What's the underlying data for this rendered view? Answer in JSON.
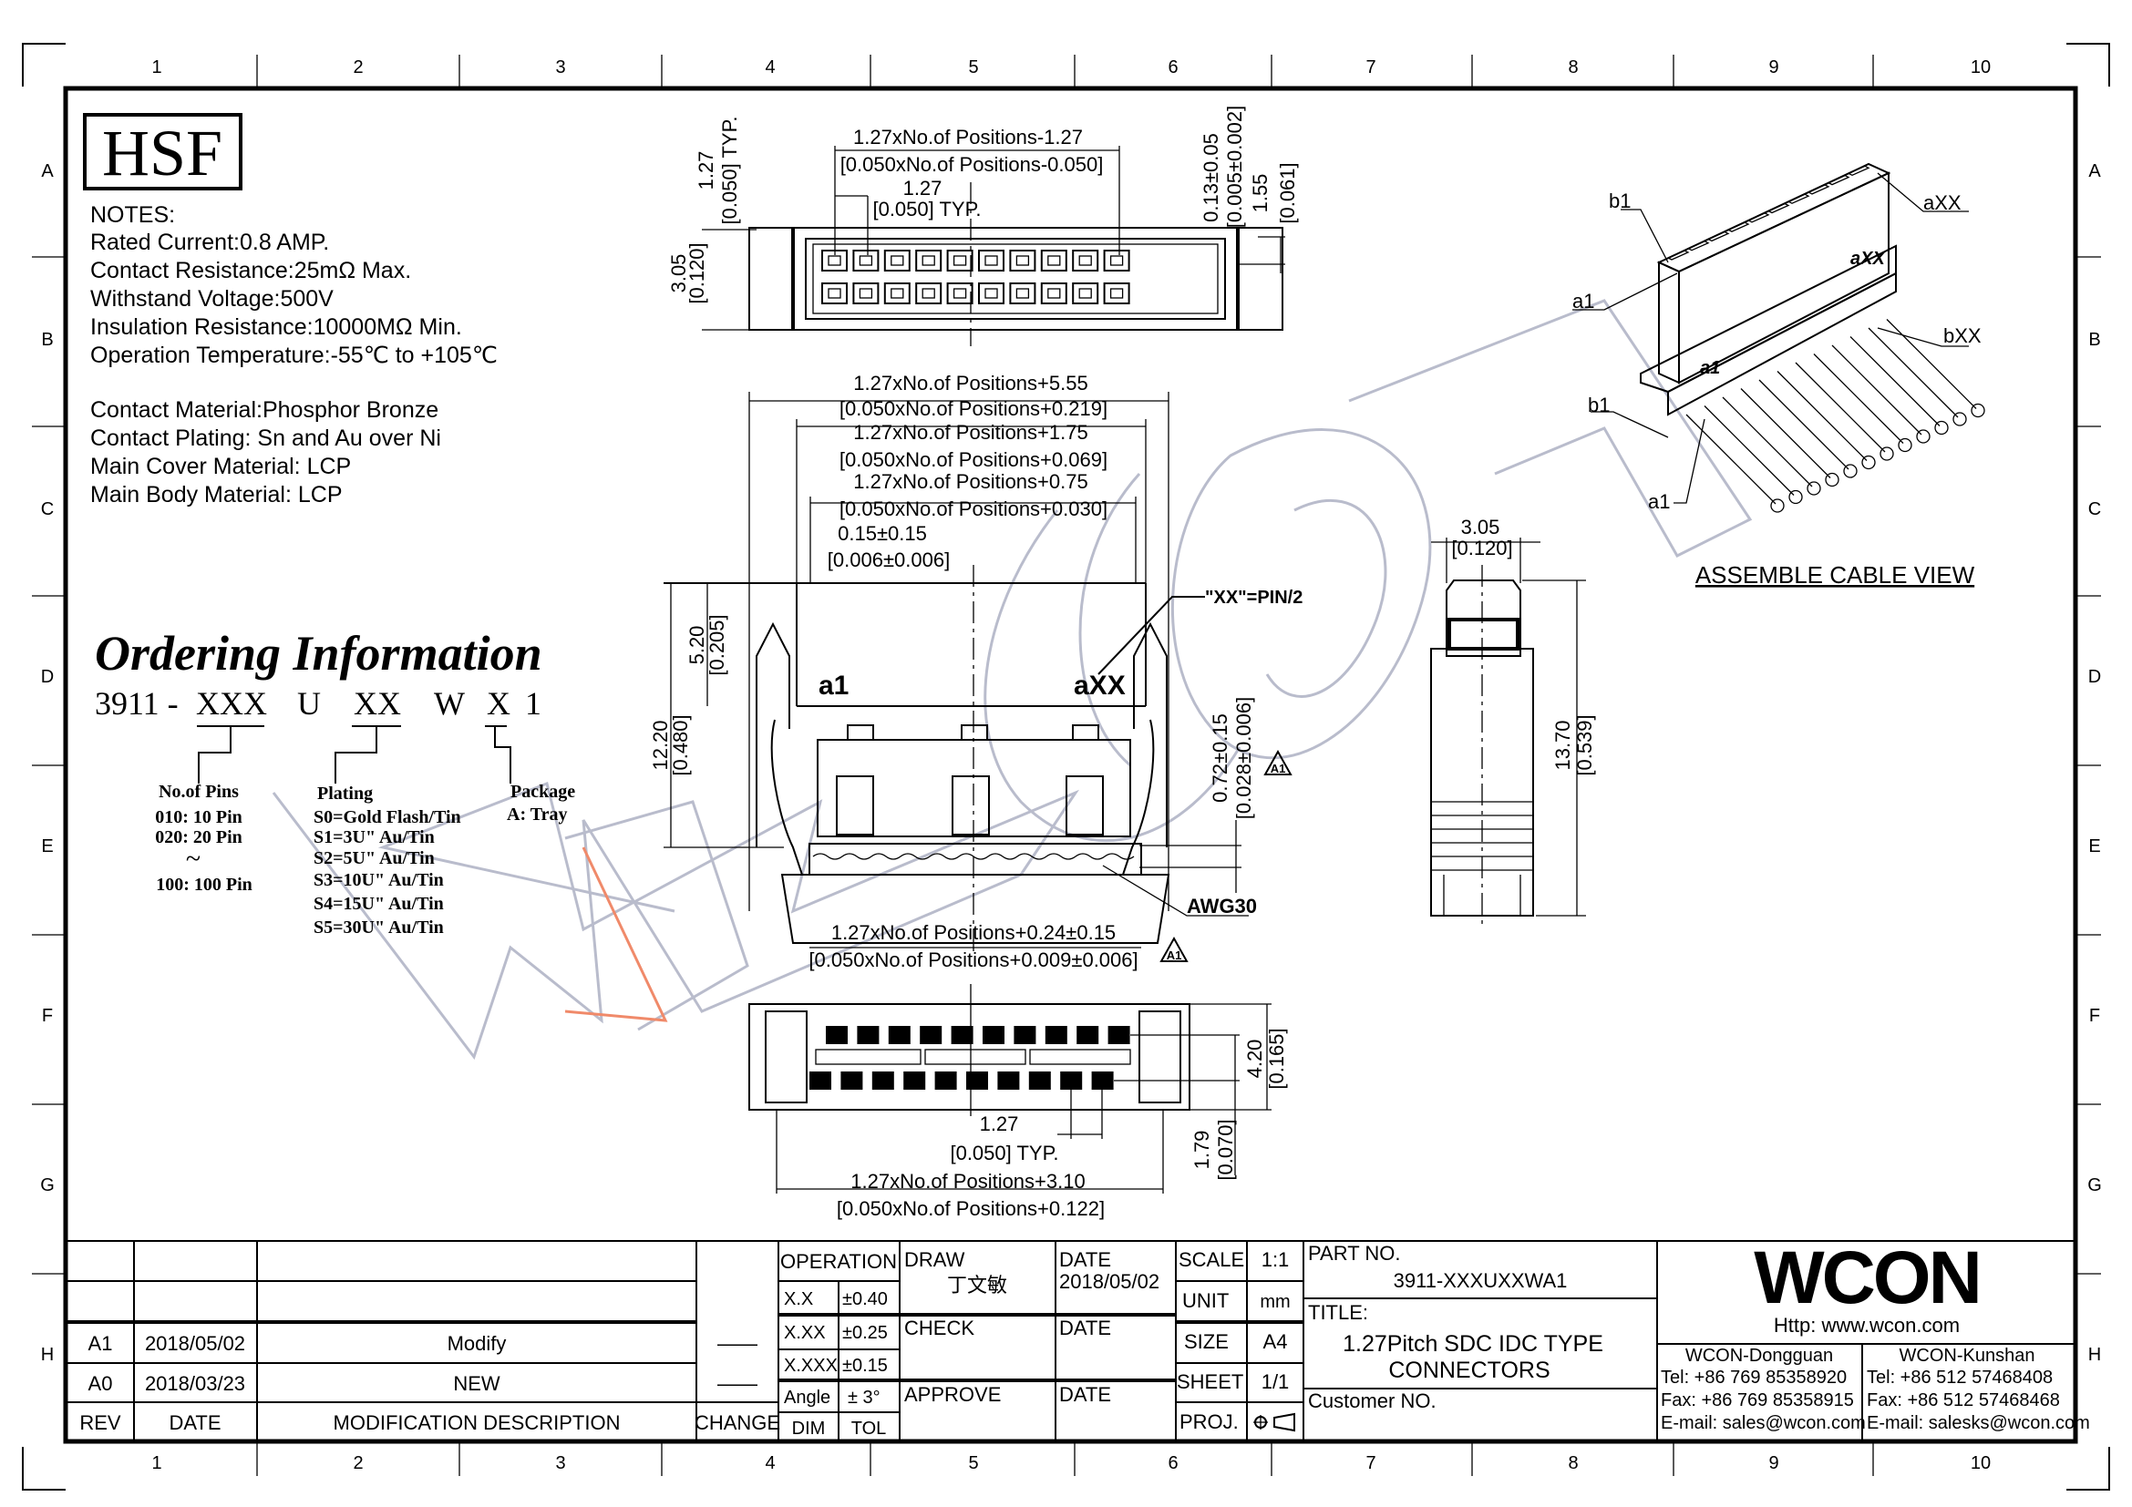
{
  "border": {
    "columns": [
      "1",
      "2",
      "3",
      "4",
      "5",
      "6",
      "7",
      "8",
      "9",
      "10"
    ],
    "rows": [
      "A",
      "B",
      "C",
      "D",
      "E",
      "F",
      "G",
      "H"
    ]
  },
  "logo_box": "HSF",
  "watermark": "WCON",
  "notes": {
    "heading": "NOTES:",
    "lines": [
      "Rated Current:0.8 AMP.",
      "Contact Resistance:25mΩ Max.",
      "Withstand Voltage:500V",
      "Insulation Resistance:10000MΩ Min.",
      "Operation Temperature:-55℃ to +105℃"
    ],
    "materials": [
      "Contact Material:Phosphor Bronze",
      "Contact Plating: Sn and Au over Ni",
      "Main Cover Material: LCP",
      "Main Body Material: LCP"
    ]
  },
  "ordering": {
    "title": "Ordering Information",
    "code_prefix": "3911 -",
    "code_parts": [
      "XXX",
      "U",
      "XX",
      "W",
      "X",
      "1"
    ],
    "pins": {
      "heading": "No.of Pins",
      "items": [
        "010: 10 Pin",
        "020: 20 Pin",
        "~",
        "100: 100 Pin"
      ]
    },
    "plating": {
      "heading": "Plating",
      "items": [
        "S0=Gold Flash/Tin",
        "S1=3U\" Au/Tin",
        "S2=5U\" Au/Tin",
        "S3=10U\" Au/Tin",
        "S4=15U\" Au/Tin",
        "S5=30U\" Au/Tin"
      ]
    },
    "package": {
      "heading": "Package",
      "items": [
        "A: Tray"
      ]
    }
  },
  "top_view": {
    "width_mm": "1.27xNo.of Positions-1.27",
    "width_in": "[0.050xNo.of Positions-0.050]",
    "pitch_mm": "1.27",
    "pitch_in": "[0.050] TYP.",
    "row_pitch_mm": "1.27",
    "row_pitch_in": "[0.050] TYP.",
    "height_mm": "3.05",
    "height_in": "[0.120]",
    "gap_mm": "0.13±0.05",
    "gap_in": "[0.005±0.002]",
    "depth_mm": "1.55",
    "depth_in": "[0.061]",
    "pins_per_row": 10
  },
  "front_view": {
    "dim1_mm": "1.27xNo.of Positions+5.55",
    "dim1_in": "[0.050xNo.of Positions+0.219]",
    "dim2_mm": "1.27xNo.of Positions+1.75",
    "dim2_in": "[0.050xNo.of Positions+0.069]",
    "dim3_mm": "1.27xNo.of Positions+0.75",
    "dim3_in": "[0.050xNo.of Positions+0.030]",
    "dim4_mm": "0.15±0.15",
    "dim4_in": "[0.006±0.006]",
    "h1_mm": "12.20",
    "h1_in": "[0.480]",
    "h2_mm": "5.20",
    "h2_in": "[0.205]",
    "label_a1": "a1",
    "label_axx": "aXX",
    "xx_note": "\"XX\"=PIN/2",
    "cable_mm": "0.72±0.15",
    "cable_in": "[0.028±0.006]",
    "rev_mark": "A1",
    "awg": "AWG30",
    "bottom_mm": "1.27xNo.of Positions+0.24±0.15",
    "bottom_in": "[0.050xNo.of Positions+0.009±0.006]"
  },
  "bottom_view": {
    "pitch_mm": "1.27",
    "pitch_in": "[0.050] TYP.",
    "width_mm": "1.27xNo.of Positions+3.10",
    "width_in": "[0.050xNo.of Positions+0.122]",
    "h_mm": "4.20",
    "h_in": "[0.165]",
    "off_mm": "1.79",
    "off_in": "[0.070]"
  },
  "side_view": {
    "w_mm": "3.05",
    "w_in": "[0.120]",
    "h_mm": "13.70",
    "h_in": "[0.539]"
  },
  "iso_view": {
    "labels": [
      "b1",
      "aXX",
      "a1",
      "bXX",
      "b1",
      "a1"
    ],
    "body_labels": [
      "a1",
      "aXX"
    ],
    "caption": "ASSEMBLE CABLE VIEW"
  },
  "title_block": {
    "revisions": [
      {
        "rev": "A1",
        "date": "2018/05/02",
        "desc": "Modify",
        "change": "——"
      },
      {
        "rev": "A0",
        "date": "2018/03/23",
        "desc": "NEW",
        "change": "——"
      }
    ],
    "headers": {
      "rev": "REV",
      "date": "DATE",
      "desc": "MODIFICATION  DESCRIPTION",
      "change": "CHANGE"
    },
    "operation": "OPERATION",
    "tolerances": [
      {
        "dim": "X.X",
        "tol": "±0.40"
      },
      {
        "dim": "X.XX",
        "tol": "±0.25"
      },
      {
        "dim": "X.XXX",
        "tol": "±0.15"
      },
      {
        "dim": "Angle",
        "tol": "± 3°"
      }
    ],
    "dim_label": "DIM",
    "tol_label": "TOL",
    "draw": "DRAW",
    "drawer": "丁文敏",
    "check": "CHECK",
    "approve": "APPROVE",
    "date_label": "DATE",
    "draw_date": "2018/05/02",
    "scale_label": "SCALE",
    "scale": "1:1",
    "unit_label": "UNIT",
    "unit": "mm",
    "size_label": "SIZE",
    "size": "A4",
    "sheet_label": "SHEET",
    "sheet": "1/1",
    "proj_label": "PROJ.",
    "part_no_label": "PART NO.",
    "part_no": "3911-XXXUXXWA1",
    "title_label": "TITLE:",
    "title_line1": "1.27Pitch  SDC  IDC  TYPE",
    "title_line2": "CONNECTORS",
    "customer_label": "Customer  NO.",
    "company_logo": "WCON",
    "website": "Http:  www.wcon.com",
    "offices": [
      {
        "name": "WCON-Dongguan",
        "tel": "Tel:  +86  769  85358920",
        "fax": "Fax:  +86  769  85358915",
        "email": "E-mail:  sales@wcon.com"
      },
      {
        "name": "WCON-Kunshan",
        "tel": "Tel:  +86  512  57468408",
        "fax": "Fax:  +86  512  57468468",
        "email": "E-mail:  salesks@wcon.com"
      }
    ]
  }
}
